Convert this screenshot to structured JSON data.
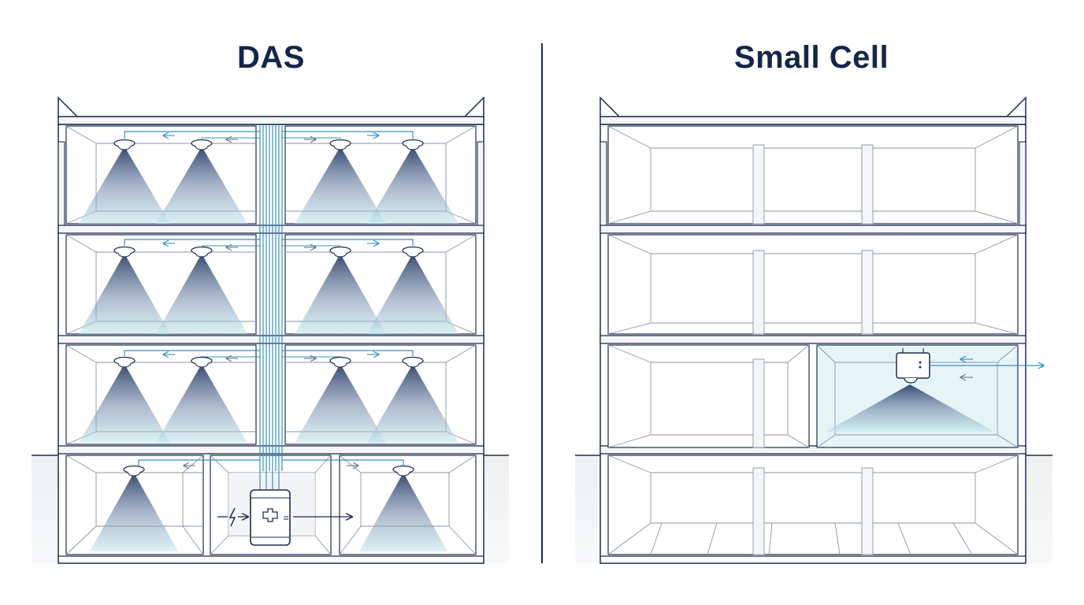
{
  "panels": {
    "left": {
      "title": "DAS"
    },
    "right": {
      "title": "Small Cell"
    }
  },
  "colors": {
    "outline": "#1e2d4d",
    "cable": "#3a8fc0",
    "beam_top": "#2b3d66",
    "beam_bottom": "#bfe8ee",
    "ground": "#e9ecef",
    "title": "#15264a"
  },
  "icons": {
    "antenna": "ceiling-antenna-icon",
    "head_end": "das-head-end-icon",
    "power": "lightning-icon",
    "small_cell": "small-cell-radio-icon"
  },
  "das": {
    "floors_with_antennas": 4,
    "antennas_per_upper_floor": 4,
    "antennas_basement": 2
  },
  "small_cell": {
    "active_rooms": 1
  }
}
